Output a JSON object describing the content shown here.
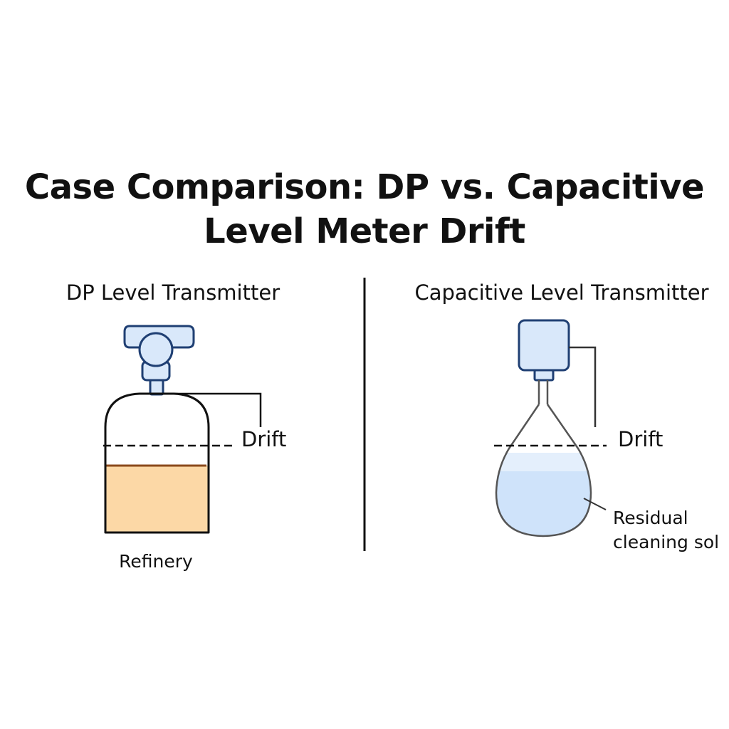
{
  "title": {
    "line1": "Case Comparison: DP vs. Capacitive",
    "line2": "Level Meter Drift"
  },
  "left_panel": {
    "heading": "DP Level Transmitter",
    "drift_label": "Drift",
    "vessel_label": "Refinery",
    "liquid_color": "#fcd8a6",
    "liquid_line_color": "#8b4a1c",
    "transmitter_color": "#d9e8fa"
  },
  "right_panel": {
    "heading": "Capacitive Level Transmitter",
    "drift_label": "Drift",
    "callout_line1": "Residual",
    "callout_line2": "cleaning sol",
    "liquid_color": "#cfe3fa",
    "transmitter_color": "#d9e8fa"
  },
  "colors": {
    "outline": "#111111",
    "transmitter_outline": "#1f3f73"
  }
}
